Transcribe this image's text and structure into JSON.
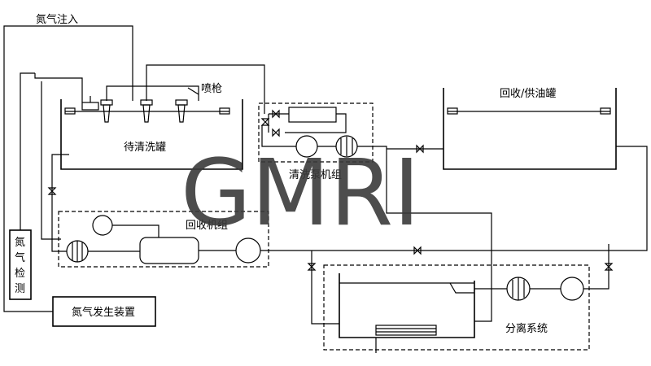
{
  "labels": {
    "nitrogen_injection": "氮气注入",
    "spray_gun": "喷枪",
    "tank_to_clean": "待清洗罐",
    "recovery_supply_tank": "回收/供油罐",
    "cleaning_pump_unit": "清洗泵机组",
    "recovery_unit": "回收机组",
    "nitrogen_detect": [
      "氮",
      "气",
      "检",
      "测"
    ],
    "nitrogen_generator": "氮气发生装置",
    "separation_system": "分离系统"
  },
  "watermark": "GMRI"
}
